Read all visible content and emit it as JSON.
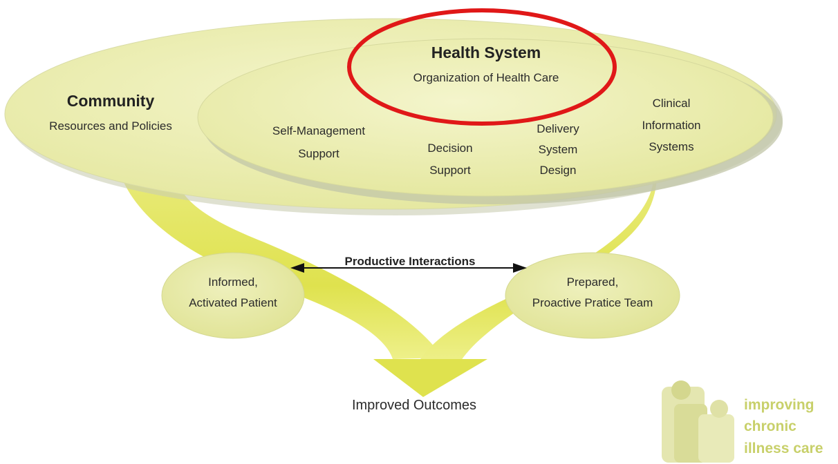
{
  "diagram": {
    "community": {
      "title": "Community",
      "subtitle": "Resources and Policies"
    },
    "health_system": {
      "title": "Health System",
      "subtitle": "Organization of Health Care"
    },
    "components": {
      "self_management": [
        "Self-Management",
        "Support"
      ],
      "decision_support": [
        "Decision",
        "Support"
      ],
      "delivery_system": [
        "Delivery",
        "System",
        "Design"
      ],
      "clinical_info": [
        "Clinical",
        "Information",
        "Systems"
      ]
    },
    "productive_interactions": "Productive Interactions",
    "patient": [
      "Informed,",
      "Activated Patient"
    ],
    "team": [
      "Prepared,",
      "Proactive Pratice Team"
    ],
    "outcomes": "Improved Outcomes"
  },
  "logo": {
    "lines": [
      "improving",
      "chronic",
      "illness care"
    ]
  },
  "colors": {
    "ellipse_fill": "#eef0b8",
    "ellipse_inner": "#e6e9a2",
    "arrow_fill": "#dfe35e",
    "shadow": "#bfc3a0",
    "highlight": "#e01818",
    "logo": "#d7db8a"
  }
}
